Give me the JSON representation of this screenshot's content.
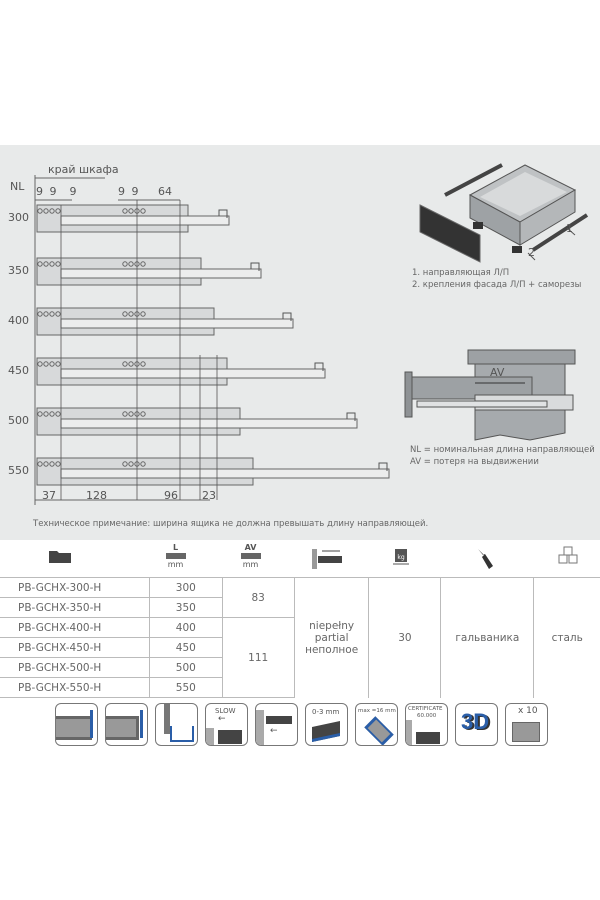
{
  "diagram": {
    "edge_label": "край шкафа",
    "nl_label": "NL",
    "top_dims_left": [
      "9",
      "9",
      "9"
    ],
    "top_dims_right": [
      "9",
      "9",
      "64"
    ],
    "rails": [
      "300",
      "350",
      "400",
      "450",
      "500",
      "550"
    ],
    "bottom_dims": [
      "37",
      "128",
      "96",
      "23"
    ],
    "note": "Техническое примечание: ширина ящика не должна превышать длину направляющей."
  },
  "assembly": {
    "callout_1": "1",
    "callout_2": "2",
    "legend": [
      "1.  направляющая Л/П",
      "2.  крепления фасада Л/П + саморезы"
    ]
  },
  "av_diagram": {
    "av_label": "AV",
    "legend": [
      "NL = номинальная длина направляющей",
      "AV = потеря на выдвижении"
    ]
  },
  "table": {
    "headers": {
      "length_icon_label": "L",
      "length_unit": "mm",
      "av_icon_label": "AV",
      "av_unit": "mm",
      "load_unit": "kg"
    },
    "rows": [
      {
        "code": "PB-GCHX-300-H",
        "length": "300"
      },
      {
        "code": "PB-GCHX-350-H",
        "length": "350"
      },
      {
        "code": "PB-GCHX-400-H",
        "length": "400"
      },
      {
        "code": "PB-GCHX-450-H",
        "length": "450"
      },
      {
        "code": "PB-GCHX-500-H",
        "length": "500"
      },
      {
        "code": "PB-GCHX-550-H",
        "length": "550"
      }
    ],
    "av_groups": [
      "83",
      "111"
    ],
    "extension": [
      "niepełny",
      "partial",
      "неполное"
    ],
    "load": "30",
    "finish": "гальваника",
    "material": "сталь"
  },
  "features": {
    "slow": "SLOW",
    "adjust": "0-3 mm",
    "max": "max =16 mm",
    "certificate": "CERTIFICATE",
    "cycles": "60.000",
    "three_d": "3D",
    "pack": "x 10"
  },
  "colors": {
    "accent": "#2a5ea8",
    "panel": "#e8eaea"
  }
}
